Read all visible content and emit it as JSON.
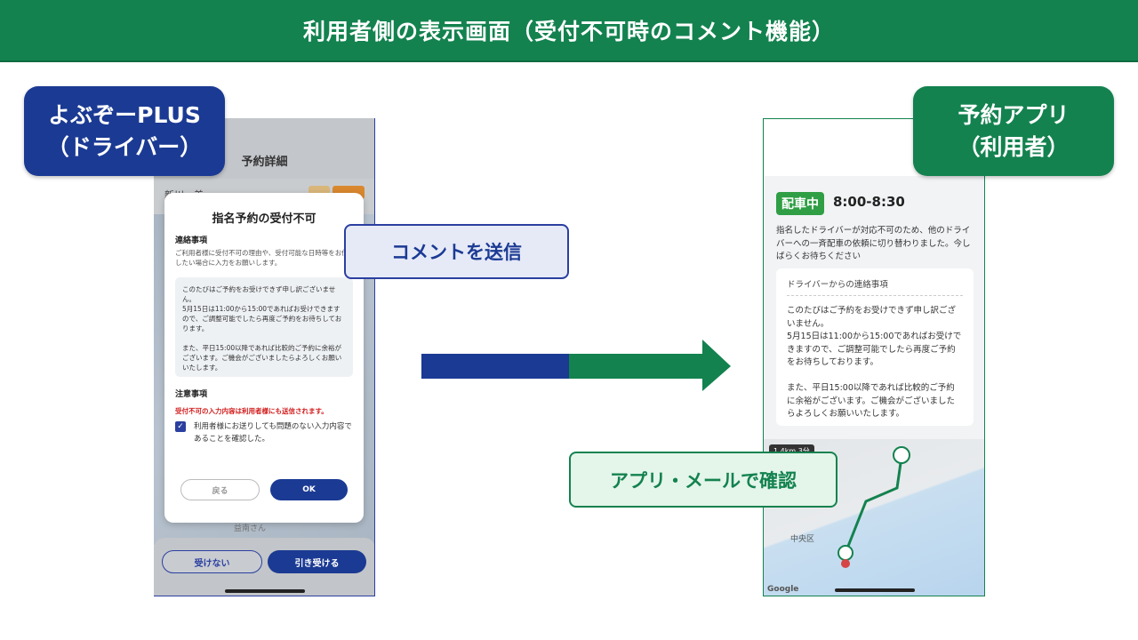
{
  "header": {
    "title": "利用者側の表示画面（受付不可時のコメント機能）"
  },
  "tags": {
    "driver": {
      "line1": "よぶぞーPLUS",
      "line2": "（ドライバー）"
    },
    "user": {
      "line1": "予約アプリ",
      "line2": "（利用者）"
    }
  },
  "driver_phone": {
    "screen_title": "予約詳細",
    "row_text": "新川　美",
    "sub_text": "益南さん",
    "modal": {
      "title": "指名予約の受付不可",
      "contact_heading": "連絡事項",
      "contact_desc": "ご利用者様に受付不可の理由や、受付可能な日時等をお伝えしたい場合に入力をお願いします。",
      "message": "このたびはご予約をお受けできず申し訳ございません。\n5月15日は11:00から15:00であればお受けできますので、ご調整可能でしたら再度ご予約をお待ちしております。\n\nまた、平日15:00以降であれば比較的ご予約に余裕がございます。ご機会がございましたらよろしくお願いいたします。",
      "notice_heading": "注意事項",
      "warning": "受付不可の入力内容は利用者様にも送信されます。",
      "checkbox_label": "利用者様にお送りしても問題のない入力内容であることを確認した。",
      "back_label": "戻る",
      "ok_label": "OK"
    },
    "reject_label": "受けない",
    "accept_label": "引き受ける"
  },
  "callouts": {
    "send_comment": "コメントを送信",
    "confirm": "アプリ・メールで確認"
  },
  "arrow": {
    "left_color": "#1b3a93",
    "right_color": "#13824f"
  },
  "user_phone": {
    "status_badge": "配車中",
    "time_window": "8:00-8:30",
    "notice": "指名したドライバーが対応不可のため、他のドライバーへの一斉配車の依頼に切り替わりました。今しばらくお待ちください",
    "card_title": "ドライバーからの連絡事項",
    "card_message": "このたびはご予約をお受けできず申し訳ございません。\n5月15日は11:00から15:00であればお受けできますので、ご調整可能でしたら再度ご予約をお待ちしております。\n\nまた、平日15:00以降であれば比較的ご予約に余裕がございます。ご機会がございましたらよろしくお願いいたします。",
    "map_distance": "1.4km 3分",
    "map_district": "中央区",
    "map_brand": "Google"
  },
  "colors": {
    "brand_green": "#13824f",
    "brand_blue": "#1b3a93",
    "warning_red": "#d21c1c",
    "status_green": "#2f9e44"
  }
}
